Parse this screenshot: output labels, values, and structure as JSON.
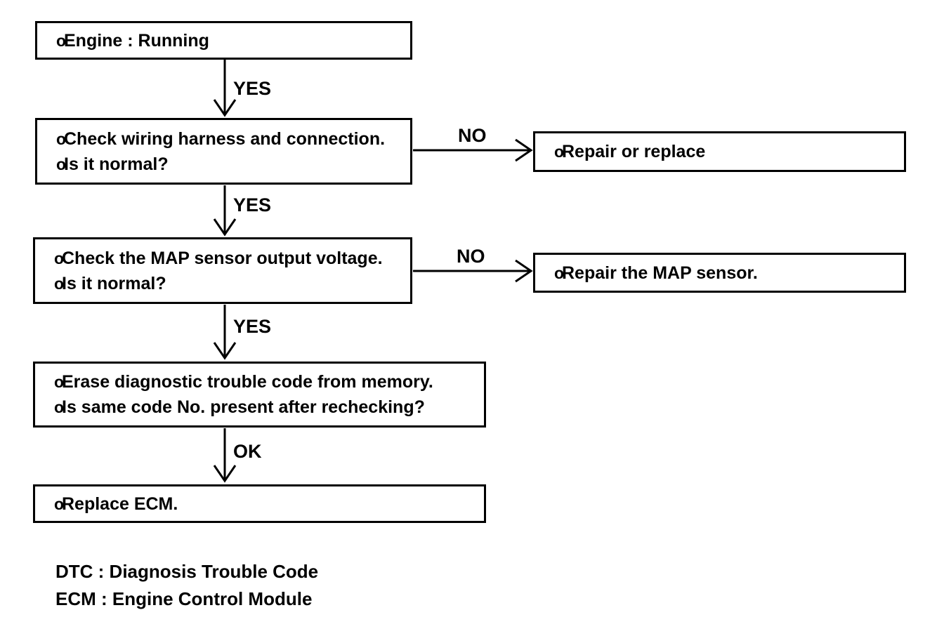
{
  "page": {
    "background_color": "#ffffff",
    "ink_color": "#000000"
  },
  "flowchart": {
    "bullet": "o",
    "nodes": [
      {
        "id": "engine-running",
        "lines": [
          "Engine : Running"
        ]
      },
      {
        "id": "check-wiring",
        "lines": [
          "Check wiring harness and connection.",
          "Is it normal?"
        ]
      },
      {
        "id": "repair-or-replace",
        "lines": [
          "Repair or replace"
        ]
      },
      {
        "id": "check-map-voltage",
        "lines": [
          "Check the MAP sensor output voltage.",
          "Is it normal?"
        ]
      },
      {
        "id": "repair-map-sensor",
        "lines": [
          "Repair the MAP sensor."
        ]
      },
      {
        "id": "erase-dtc",
        "lines": [
          "Erase diagnostic trouble code from memory.",
          "Is same code No. present after rechecking?"
        ]
      },
      {
        "id": "replace-ecm",
        "lines": [
          "Replace ECM."
        ]
      }
    ],
    "edge_labels": {
      "yes1": "YES",
      "no1": "NO",
      "yes2": "YES",
      "no2": "NO",
      "yes3": "YES",
      "ok": "OK"
    }
  },
  "legend": {
    "lines": [
      "DTC : Diagnosis Trouble Code",
      "ECM : Engine Control Module"
    ]
  }
}
